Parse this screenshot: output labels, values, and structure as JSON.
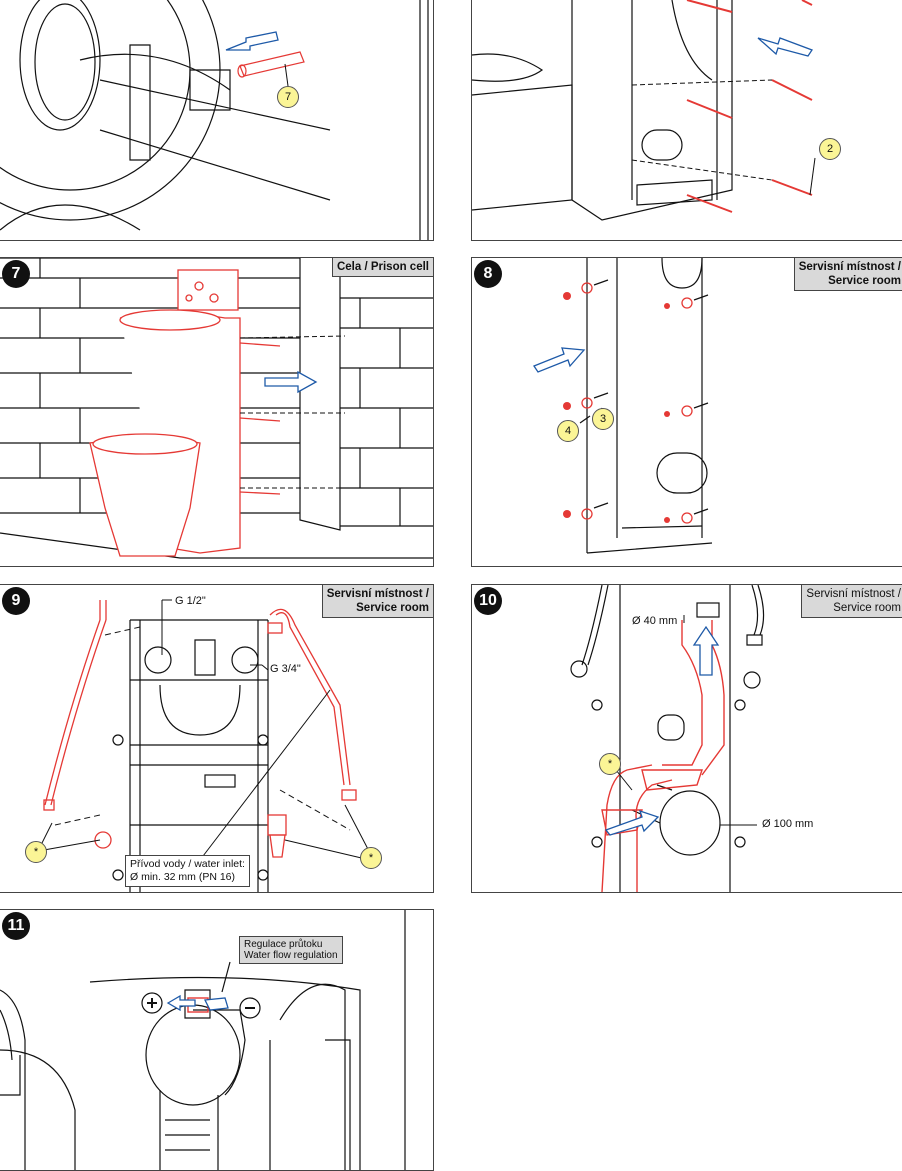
{
  "panels": {
    "p6": {
      "callout": "7"
    },
    "p5": {
      "callout": "2"
    },
    "p7": {
      "step": "7",
      "location": "Cela / Prison cell"
    },
    "p8": {
      "step": "8",
      "location_line1": "Servisní místnost /",
      "location_line2": "Service room",
      "callout_a": "4",
      "callout_b": "3"
    },
    "p9": {
      "step": "9",
      "location_line1": "Servisní místnost /",
      "location_line2": "Service room",
      "label_g12": "G 1/2\"",
      "label_g34": "G 3/4\"",
      "inlet_line1": "Přívod vody / water inlet:",
      "inlet_line2": "Ø min. 32 mm (PN 16)",
      "star_left": "*",
      "star_right": "*"
    },
    "p10": {
      "step": "10",
      "location_line1": "Servisní místnost /",
      "location_line2": "Service room",
      "label_d40": "Ø 40 mm",
      "label_d100": "Ø 100 mm",
      "star": "*"
    },
    "p11": {
      "step": "11",
      "reg_line1": "Regulace průtoku",
      "reg_line2": "Water flow regulation"
    }
  }
}
